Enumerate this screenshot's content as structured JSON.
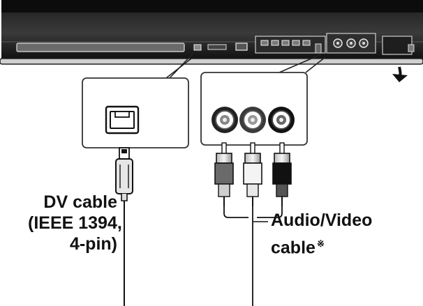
{
  "labels": {
    "dv_cable": {
      "line1": "DV cable",
      "line2": "(IEEE 1394,",
      "line3": "4-pin)"
    },
    "av_cable": {
      "line1": "Audio/Video",
      "line2": "cable",
      "note_mark": "※"
    }
  },
  "icons": {
    "door_arrow": "arrow-down-right-icon",
    "dv_port": "dv-port-icon",
    "av_jacks": "rca-jack-icon",
    "plugs": "rca-plug-icon"
  }
}
